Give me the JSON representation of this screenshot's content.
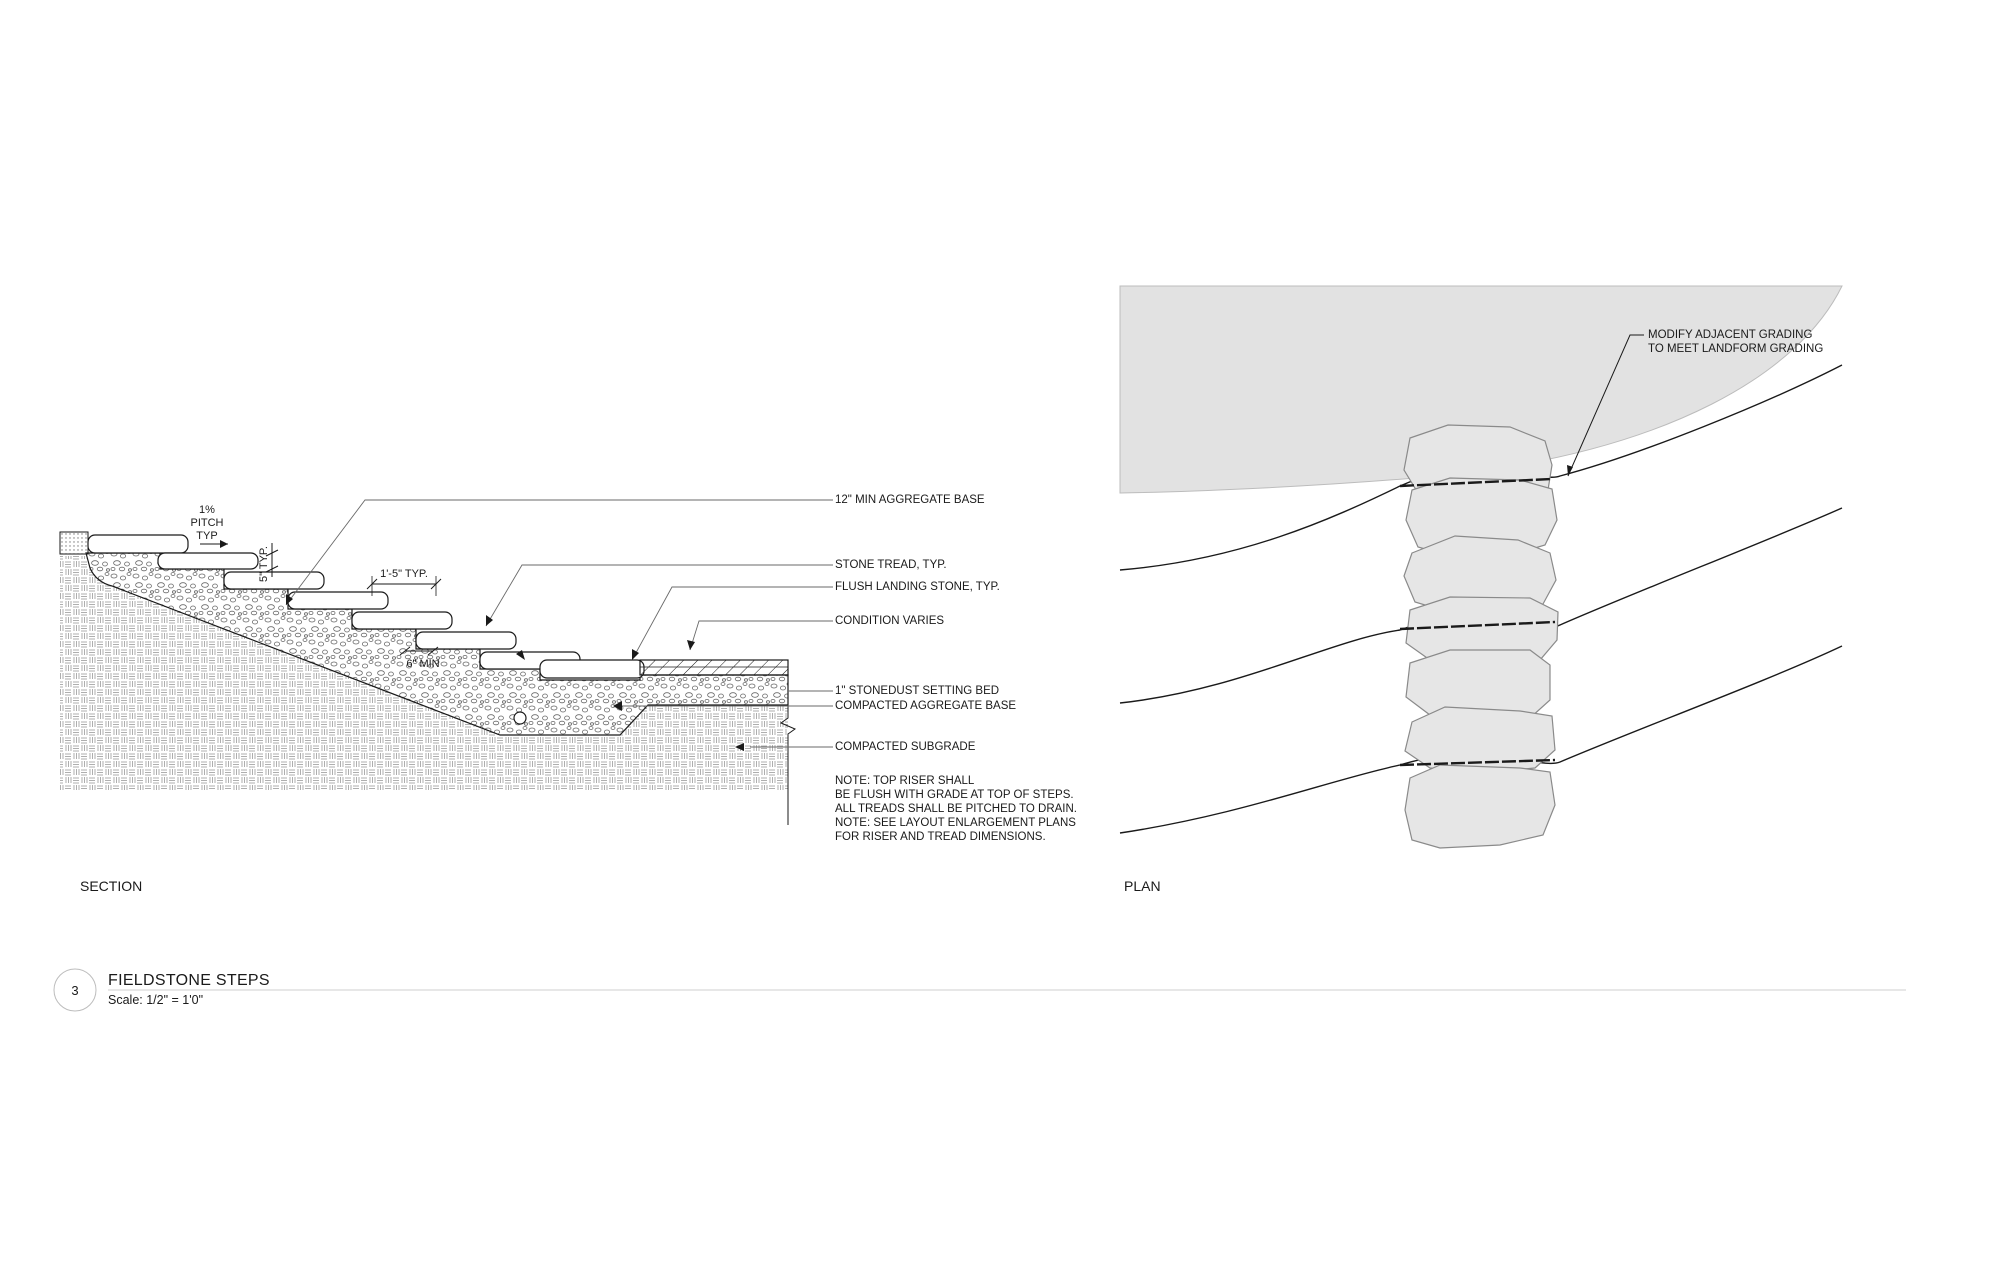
{
  "section": {
    "view_label": "SECTION",
    "pitch_line1": "1%",
    "pitch_line2": "PITCH",
    "pitch_line3": "TYP",
    "riser_dim": "5\" TYP.",
    "tread_dim": "1'-5\" TYP.",
    "min_dim": "6\" MIN",
    "callouts": [
      "12\" MIN AGGREGATE BASE",
      "STONE TREAD, TYP.",
      "FLUSH LANDING STONE, TYP.",
      "CONDITION VARIES",
      "1\" STONEDUST SETTING BED",
      "COMPACTED AGGREGATE BASE",
      "COMPACTED SUBGRADE"
    ],
    "notes": [
      "NOTE:  TOP RISER SHALL",
      "BE FLUSH WITH GRADE AT TOP OF STEPS.",
      "ALL TREADS SHALL BE PITCHED TO DRAIN.",
      "NOTE:  SEE LAYOUT ENLARGEMENT PLANS",
      "FOR RISER AND TREAD DIMENSIONS."
    ]
  },
  "plan": {
    "view_label": "PLAN",
    "callout_line1": "MODIFY ADJACENT GRADING",
    "callout_line2": "TO MEET LANDFORM GRADING"
  },
  "title_block": {
    "detail_number": "3",
    "title": "FIELDSTONE STEPS",
    "scale": "Scale: 1/2\" = 1'0\""
  },
  "colors": {
    "line": "#1a1a1a",
    "landform_fill": "#e2e2e2",
    "stone_fill": "#e6e6e6",
    "leader": "#555555"
  }
}
